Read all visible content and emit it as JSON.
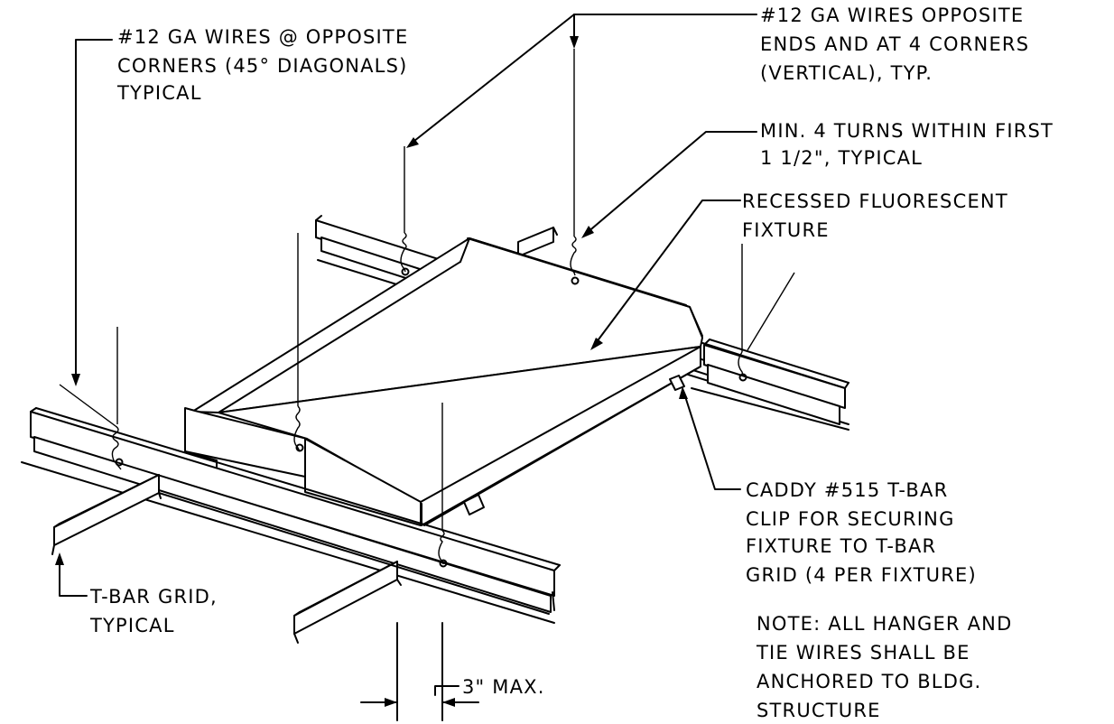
{
  "diagram": {
    "labels": {
      "diagonal_wires": {
        "lines": [
          "#12 GA WIRES @ OPPOSITE",
          "CORNERS (45° DIAGONALS)",
          "TYPICAL"
        ]
      },
      "vertical_wires": {
        "lines": [
          "#12 GA WIRES OPPOSITE",
          "ENDS AND AT 4 CORNERS",
          "(VERTICAL), TYP."
        ]
      },
      "turns": {
        "lines": [
          "MIN. 4 TURNS WITHIN FIRST",
          "1 1/2\", TYPICAL"
        ]
      },
      "fixture": {
        "lines": [
          "RECESSED FLUORESCENT",
          "FIXTURE"
        ]
      },
      "caddy_clip": {
        "lines": [
          "CADDY #515 T-BAR",
          "CLIP FOR SECURING",
          "FIXTURE TO T-BAR",
          "GRID (4 PER FIXTURE)"
        ]
      },
      "note": {
        "lines": [
          "NOTE:  ALL HANGER AND",
          "TIE WIRES SHALL BE",
          "ANCHORED TO BLDG.",
          "STRUCTURE"
        ]
      },
      "tbar_grid": {
        "lines": [
          "T-BAR GRID,",
          "TYPICAL"
        ]
      },
      "dimension": {
        "text": "3\" MAX."
      }
    }
  }
}
